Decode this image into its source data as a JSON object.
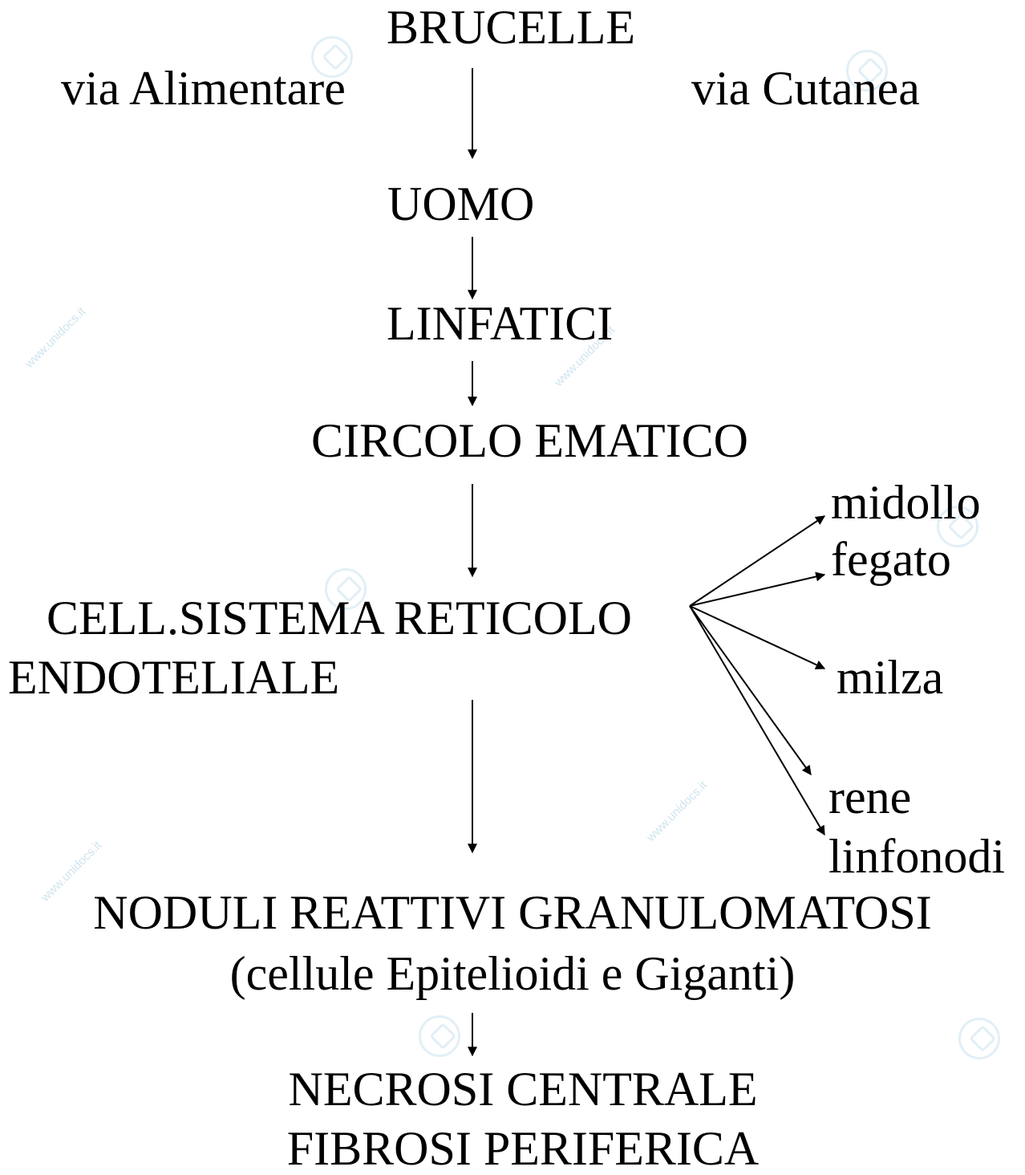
{
  "nodes": {
    "brucelle": "BRUCELLE",
    "via_alimentare": "via Alimentare",
    "via_cutanea": "via Cutanea",
    "uomo": "UOMO",
    "linfatici": "LINFATICI",
    "circolo_ematico": "CIRCOLO EMATICO",
    "cell_line1": "CELL.SISTEMA RETICOLO",
    "cell_line2": "ENDOTELIALE",
    "noduli_line1": "NODULI REATTIVI GRANULOMATOSI",
    "noduli_line2": "(cellule Epitelioidi e Giganti)",
    "necrosi_line1": "NECROSI CENTRALE",
    "necrosi_line2": "FIBROSI PERIFERICA"
  },
  "organs": {
    "midollo": "midollo",
    "fegato": "fegato",
    "milza": "milza",
    "rene": "rene",
    "linfonodi": "linfonodi"
  },
  "watermark": {
    "text": "www.unidocs.it",
    "color": "#cfe4ef"
  }
}
